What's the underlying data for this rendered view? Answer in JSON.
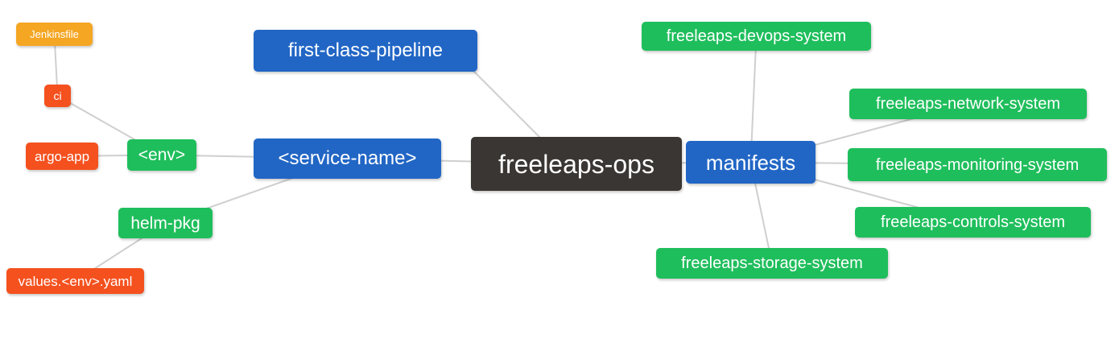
{
  "diagram": {
    "type": "mindmap",
    "root": "freeleaps-ops",
    "colors": {
      "root": "#3A3633",
      "blue": "#2166C5",
      "green": "#1FBE5C",
      "red": "#F4511E",
      "orange": "#F5A623",
      "edge": "#CFCFCF",
      "text": "#FFFFFF",
      "background": "#FFFFFF"
    },
    "nodes": {
      "freeleaps_ops": {
        "label": "freeleaps-ops",
        "level": "root"
      },
      "first_class_pipeline": {
        "label": "first-class-pipeline",
        "level": "branch"
      },
      "service_name": {
        "label": "<service-name>",
        "level": "branch"
      },
      "manifests": {
        "label": "manifests",
        "level": "branch"
      },
      "env": {
        "label": "<env>",
        "level": "sub-branch"
      },
      "helm_pkg": {
        "label": "helm-pkg",
        "level": "sub-branch"
      },
      "ci": {
        "label": "ci",
        "level": "leaf"
      },
      "argo_app": {
        "label": "argo-app",
        "level": "leaf"
      },
      "values_env_yaml": {
        "label": "values.<env>.yaml",
        "level": "leaf"
      },
      "jenkinsfile": {
        "label": "Jenkinsfile",
        "level": "leaf-detail"
      },
      "devops_system": {
        "label": "freeleaps-devops-system",
        "level": "sub-branch"
      },
      "network_system": {
        "label": "freeleaps-network-system",
        "level": "sub-branch"
      },
      "monitoring_system": {
        "label": "freeleaps-monitoring-system",
        "level": "sub-branch"
      },
      "controls_system": {
        "label": "freeleaps-controls-system",
        "level": "sub-branch"
      },
      "storage_system": {
        "label": "freeleaps-storage-system",
        "level": "sub-branch"
      }
    },
    "edges": [
      [
        "jenkinsfile",
        "ci"
      ],
      [
        "ci",
        "env"
      ],
      [
        "argo_app",
        "env"
      ],
      [
        "env",
        "service_name"
      ],
      [
        "helm_pkg",
        "service_name"
      ],
      [
        "values_env_yaml",
        "helm_pkg"
      ],
      [
        "first_class_pipeline",
        "freeleaps_ops"
      ],
      [
        "service_name",
        "freeleaps_ops"
      ],
      [
        "freeleaps_ops",
        "manifests"
      ],
      [
        "manifests",
        "devops_system"
      ],
      [
        "manifests",
        "network_system"
      ],
      [
        "manifests",
        "monitoring_system"
      ],
      [
        "manifests",
        "controls_system"
      ],
      [
        "manifests",
        "storage_system"
      ]
    ]
  }
}
